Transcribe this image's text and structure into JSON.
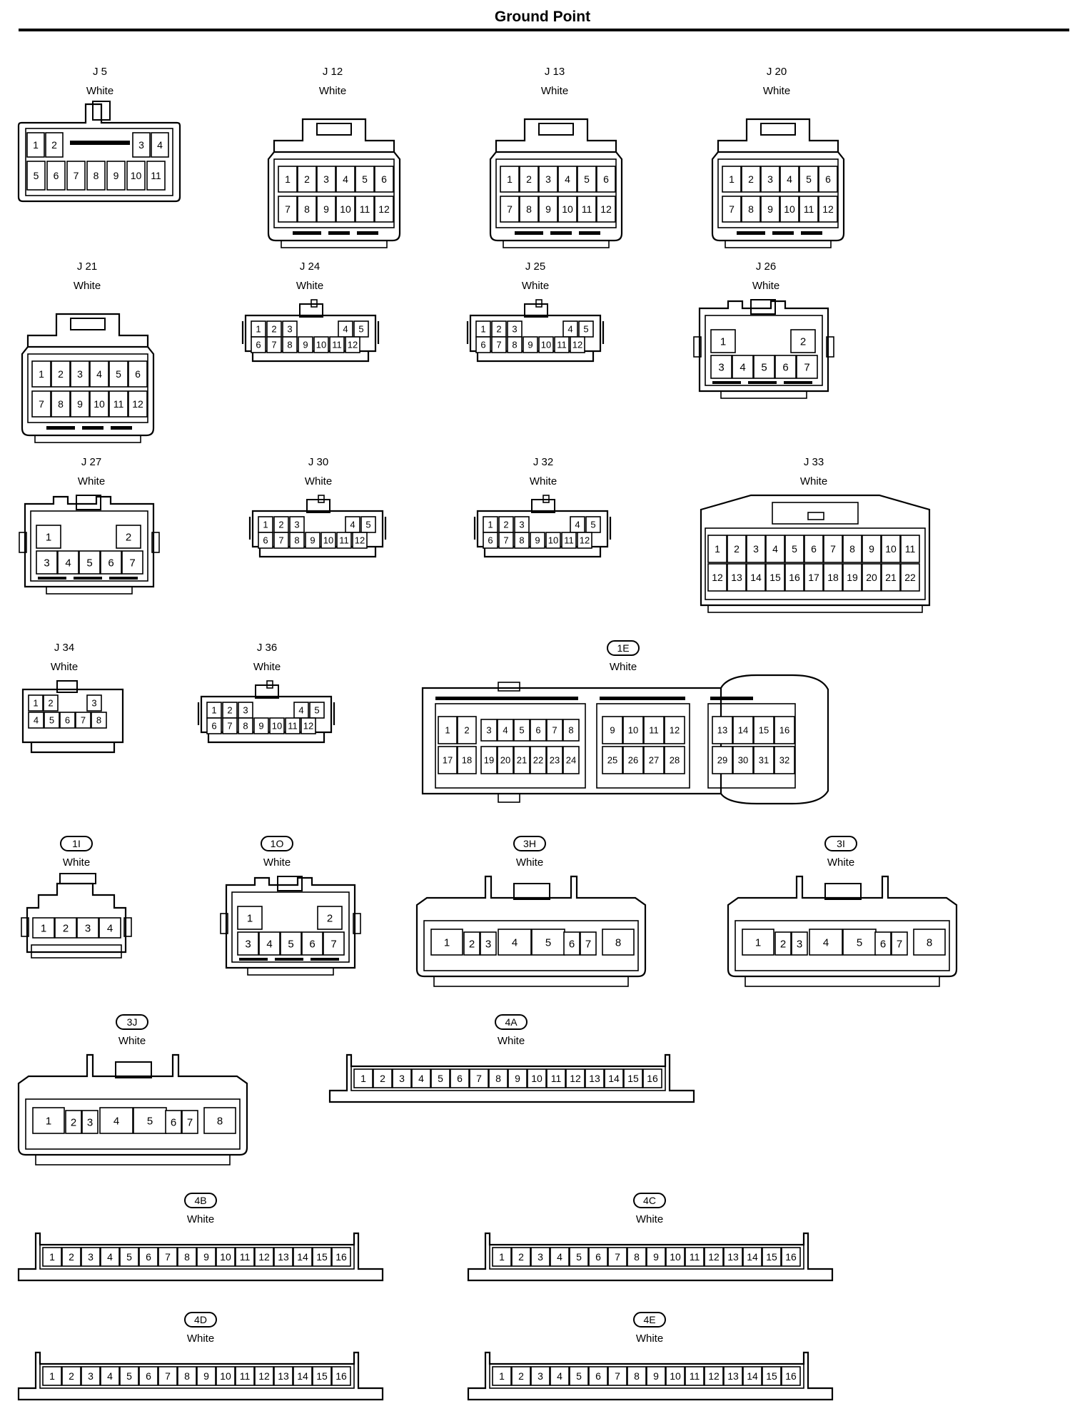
{
  "title": "Ground Point",
  "connectors": [
    {
      "id": "J 5",
      "tagged": false,
      "color": "White"
    },
    {
      "id": "J 12",
      "tagged": false,
      "color": "White"
    },
    {
      "id": "J 13",
      "tagged": false,
      "color": "White"
    },
    {
      "id": "J 20",
      "tagged": false,
      "color": "White"
    },
    {
      "id": "J 21",
      "tagged": false,
      "color": "White"
    },
    {
      "id": "J 24",
      "tagged": false,
      "color": "White"
    },
    {
      "id": "J 25",
      "tagged": false,
      "color": "White"
    },
    {
      "id": "J 26",
      "tagged": false,
      "color": "White"
    },
    {
      "id": "J 27",
      "tagged": false,
      "color": "White"
    },
    {
      "id": "J 30",
      "tagged": false,
      "color": "White"
    },
    {
      "id": "J 32",
      "tagged": false,
      "color": "White"
    },
    {
      "id": "J 33",
      "tagged": false,
      "color": "White"
    },
    {
      "id": "J 34",
      "tagged": false,
      "color": "White"
    },
    {
      "id": "J 36",
      "tagged": false,
      "color": "White"
    },
    {
      "id": "1E",
      "tagged": true,
      "color": "White"
    },
    {
      "id": "1I",
      "tagged": true,
      "color": "White"
    },
    {
      "id": "1O",
      "tagged": true,
      "color": "White"
    },
    {
      "id": "3H",
      "tagged": true,
      "color": "White"
    },
    {
      "id": "3I",
      "tagged": true,
      "color": "White"
    },
    {
      "id": "3J",
      "tagged": true,
      "color": "White"
    },
    {
      "id": "4A",
      "tagged": true,
      "color": "White"
    },
    {
      "id": "4B",
      "tagged": true,
      "color": "White"
    },
    {
      "id": "4C",
      "tagged": true,
      "color": "White"
    },
    {
      "id": "4D",
      "tagged": true,
      "color": "White"
    },
    {
      "id": "4E",
      "tagged": true,
      "color": "White"
    }
  ]
}
